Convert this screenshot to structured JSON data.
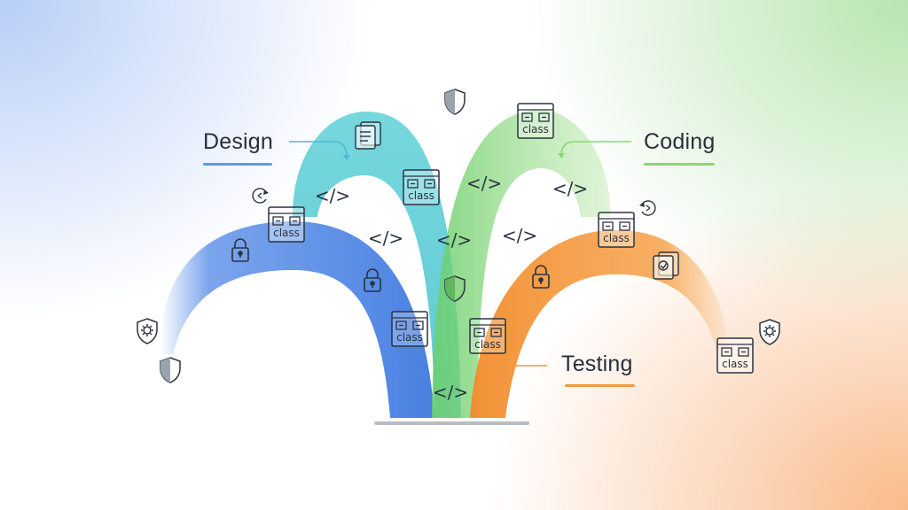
{
  "labels": {
    "design": "Design",
    "coding": "Coding",
    "testing": "Testing"
  },
  "icon_text": {
    "class": "class",
    "code": "</>"
  },
  "colors": {
    "design": "#4f86e6",
    "design_light": "#5fcfd6",
    "coding": "#8bd872",
    "testing": "#f39a3c",
    "icon_stroke": "#2c3340"
  },
  "icons": [
    "lock-icon",
    "shield-icon",
    "shield-gear-icon",
    "code-icon",
    "class-window-icon",
    "document-stack-icon",
    "refresh-arrow-icon"
  ]
}
